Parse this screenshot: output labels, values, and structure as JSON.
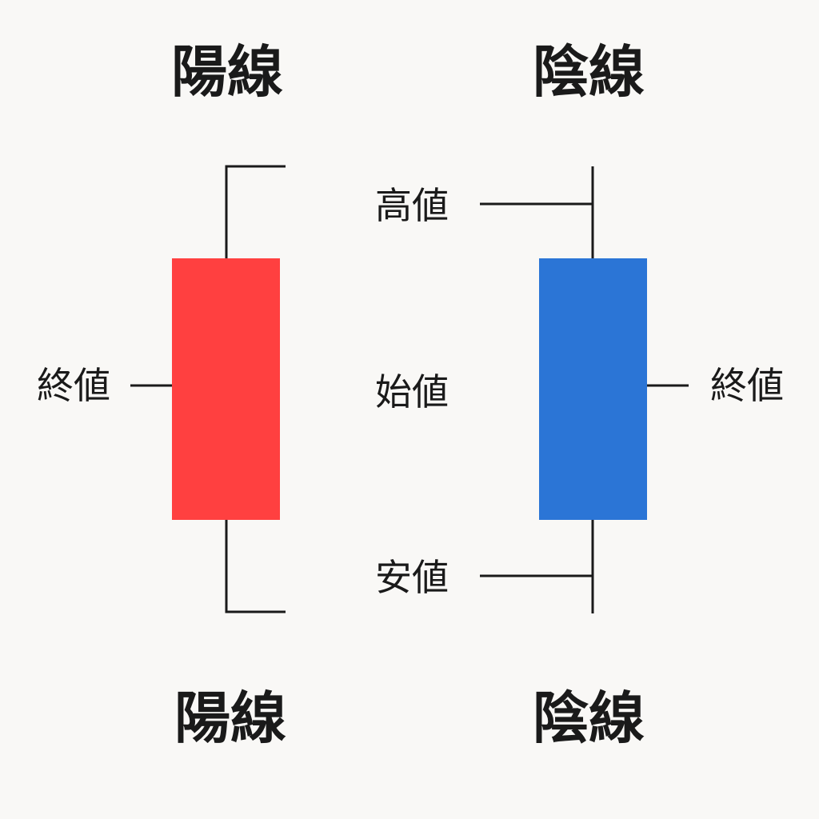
{
  "bullish": {
    "title_top": "陽線",
    "title_bottom": "陽線",
    "close_label": "終値",
    "color": "#ff4040"
  },
  "bearish": {
    "title_top": "陰線",
    "title_bottom": "陰線",
    "close_label": "終値",
    "color": "#2b75d6"
  },
  "center_labels": {
    "high": "高値",
    "open": "始値",
    "low": "安値"
  },
  "line_color": "#1a1a1a"
}
